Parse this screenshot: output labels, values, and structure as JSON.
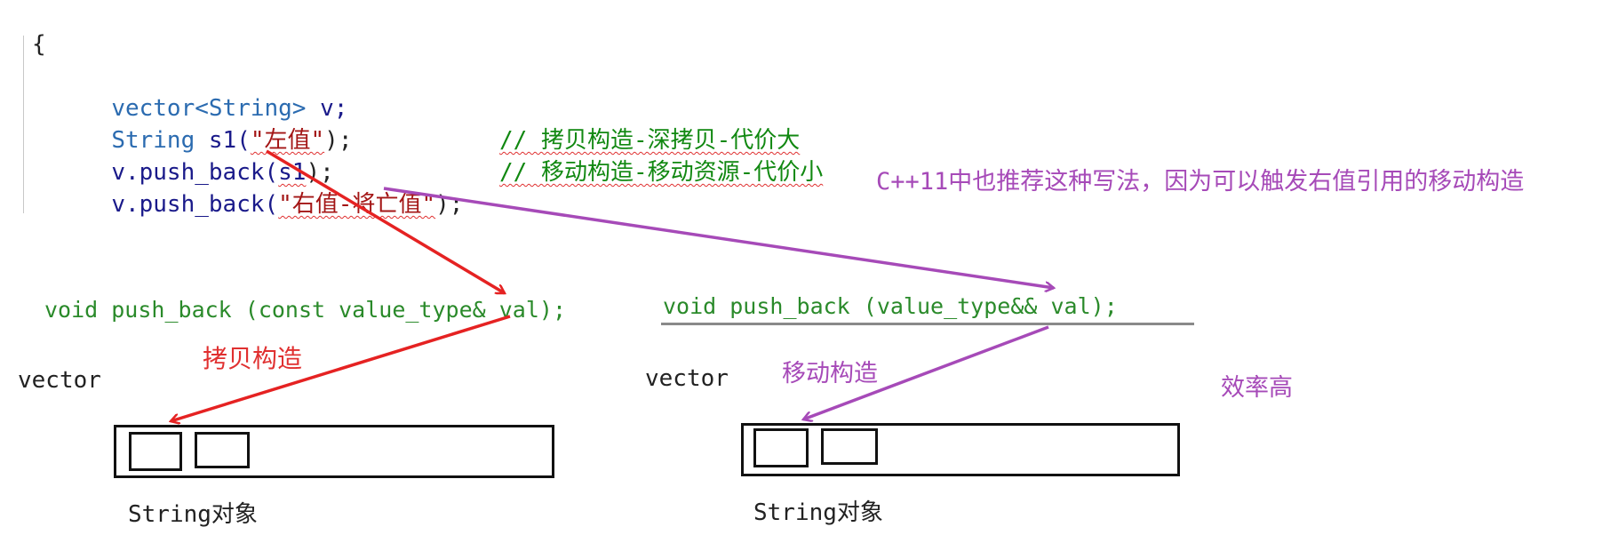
{
  "code": {
    "open_brace": "{",
    "line1": {
      "type": "vector<String>",
      "var": " v;"
    },
    "line2": {
      "type": "String",
      "name": " s1(",
      "str": "\"左值\"",
      "end": ");"
    },
    "line3": {
      "obj": "v.push_back(",
      "arg": "s1",
      "end": ");",
      "comment": "// 拷贝构造-深拷贝-代价大"
    },
    "line4": {
      "obj": "v.push_back(",
      "str": "\"右值-将亡值\"",
      "end": ");",
      "comment": "// 移动构造-移动资源-代价小"
    }
  },
  "note_cpp11": "C++11中也推荐这种写法，因为可以触发右值引用的移动构造",
  "left": {
    "signature": "void push_back (const value_type& val);",
    "arrow_label": "拷贝构造",
    "container_label": "vector",
    "element_label": "String对象"
  },
  "right": {
    "signature": "void push_back (value_type&& val);",
    "arrow_label": "移动构造",
    "container_label": "vector",
    "element_label": "String对象",
    "efficiency_label": "效率高"
  },
  "colors": {
    "copy_arrow": "#e52222",
    "move_arrow": "#a64ab8",
    "signature_text": "#2a8a2a",
    "annotation_purple": "#a64ab8",
    "annotation_red": "#e03030"
  }
}
